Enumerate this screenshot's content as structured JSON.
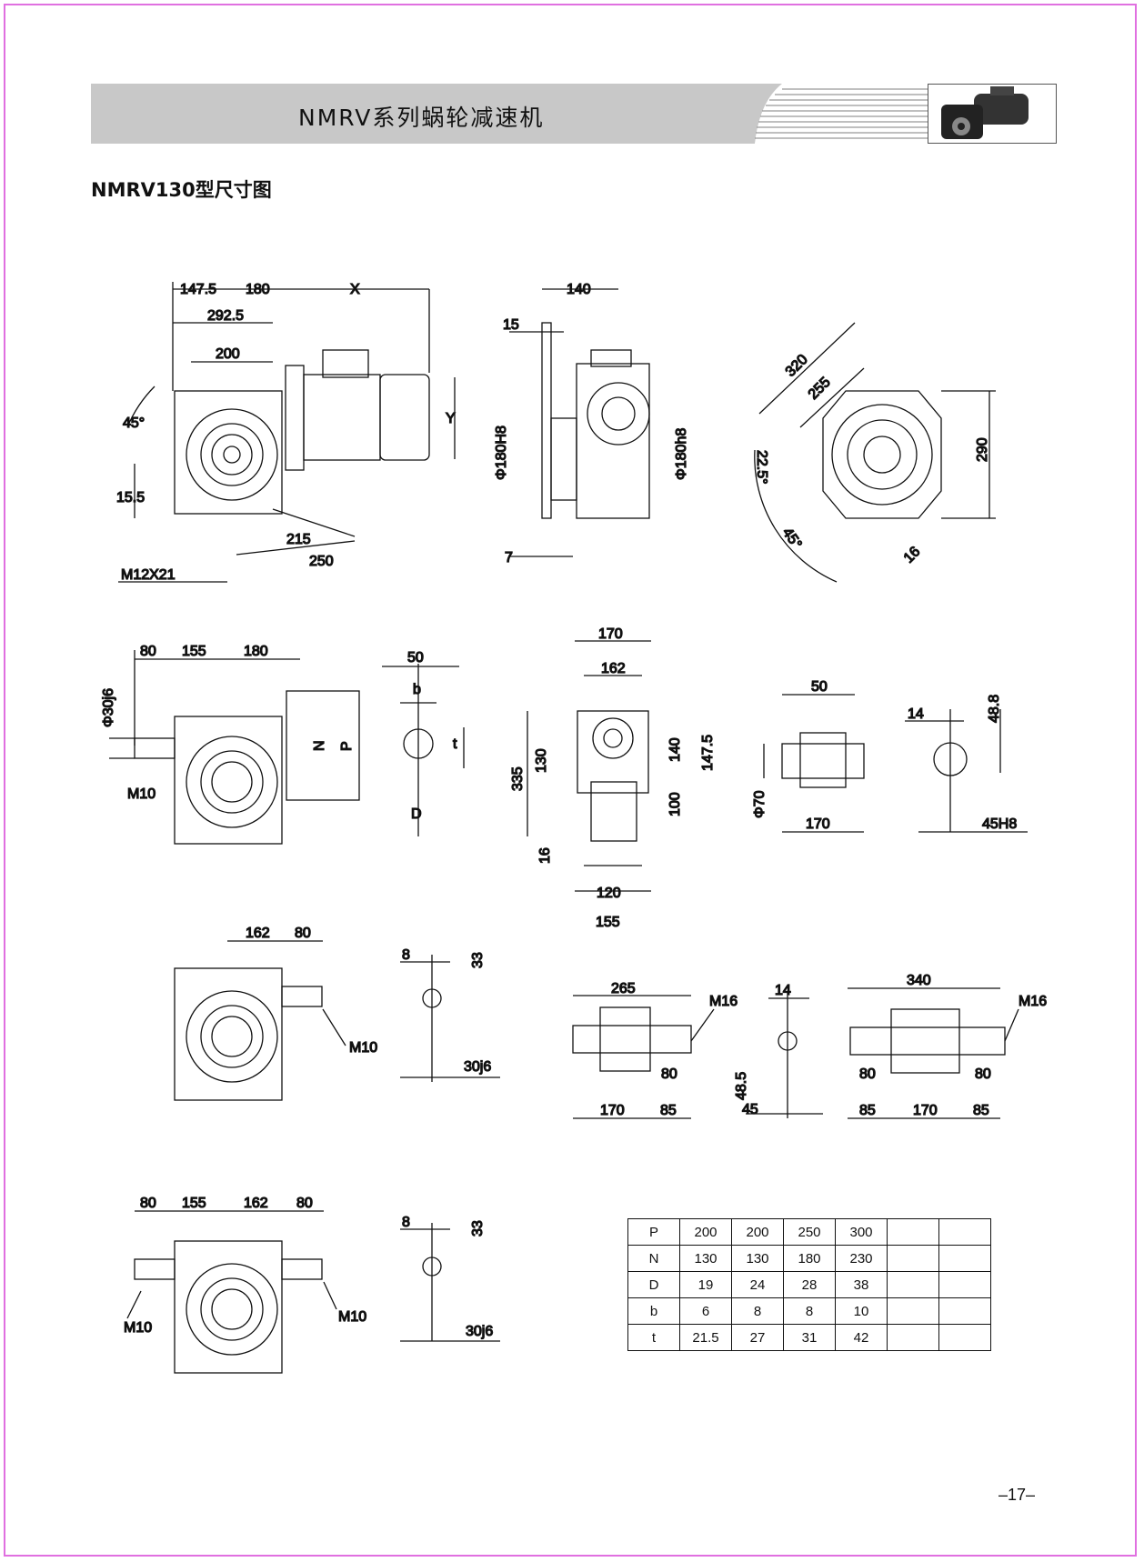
{
  "header": {
    "title": "NMRV系列蜗轮减速机"
  },
  "subtitle": "NMRV130型尺寸图",
  "dims": {
    "d1": [
      "147.5",
      "180",
      "X",
      "292.5",
      "200",
      "45°",
      "Y",
      "15.5",
      "215",
      "250",
      "M12X21"
    ],
    "d2": [
      "140",
      "15",
      "Φ180H8",
      "Φ180h8",
      "7"
    ],
    "d3": [
      "320",
      "255",
      "22.5°",
      "45°",
      "290",
      "16"
    ],
    "d4": [
      "80",
      "155",
      "180",
      "Φ30j6",
      "M10",
      "N",
      "P"
    ],
    "d5": [
      "50",
      "b",
      "t",
      "D"
    ],
    "d6": [
      "170",
      "162",
      "335",
      "130",
      "140",
      "147.5",
      "100",
      "16",
      "120",
      "155"
    ],
    "d7": [
      "50",
      "Φ70",
      "170"
    ],
    "d8": [
      "14",
      "48.8",
      "45H8"
    ],
    "d9": [
      "162",
      "80",
      "M10"
    ],
    "d10": [
      "8",
      "33",
      "30j6"
    ],
    "d11": [
      "265",
      "M16",
      "80",
      "170",
      "85"
    ],
    "d12": [
      "14",
      "48.5",
      "45"
    ],
    "d13": [
      "340",
      "M16",
      "80",
      "80",
      "85",
      "170",
      "85"
    ],
    "d14": [
      "80",
      "155",
      "162",
      "80",
      "M10",
      "M10"
    ],
    "d15": [
      "8",
      "33",
      "30j6"
    ]
  },
  "spec_table": {
    "rows": [
      [
        "P",
        "200",
        "200",
        "250",
        "300",
        "",
        ""
      ],
      [
        "N",
        "130",
        "130",
        "180",
        "230",
        "",
        ""
      ],
      [
        "D",
        "19",
        "24",
        "28",
        "38",
        "",
        ""
      ],
      [
        "b",
        "6",
        "8",
        "8",
        "10",
        "",
        ""
      ],
      [
        "t",
        "21.5",
        "27",
        "31",
        "42",
        "",
        ""
      ]
    ]
  },
  "page_number": "–17–"
}
